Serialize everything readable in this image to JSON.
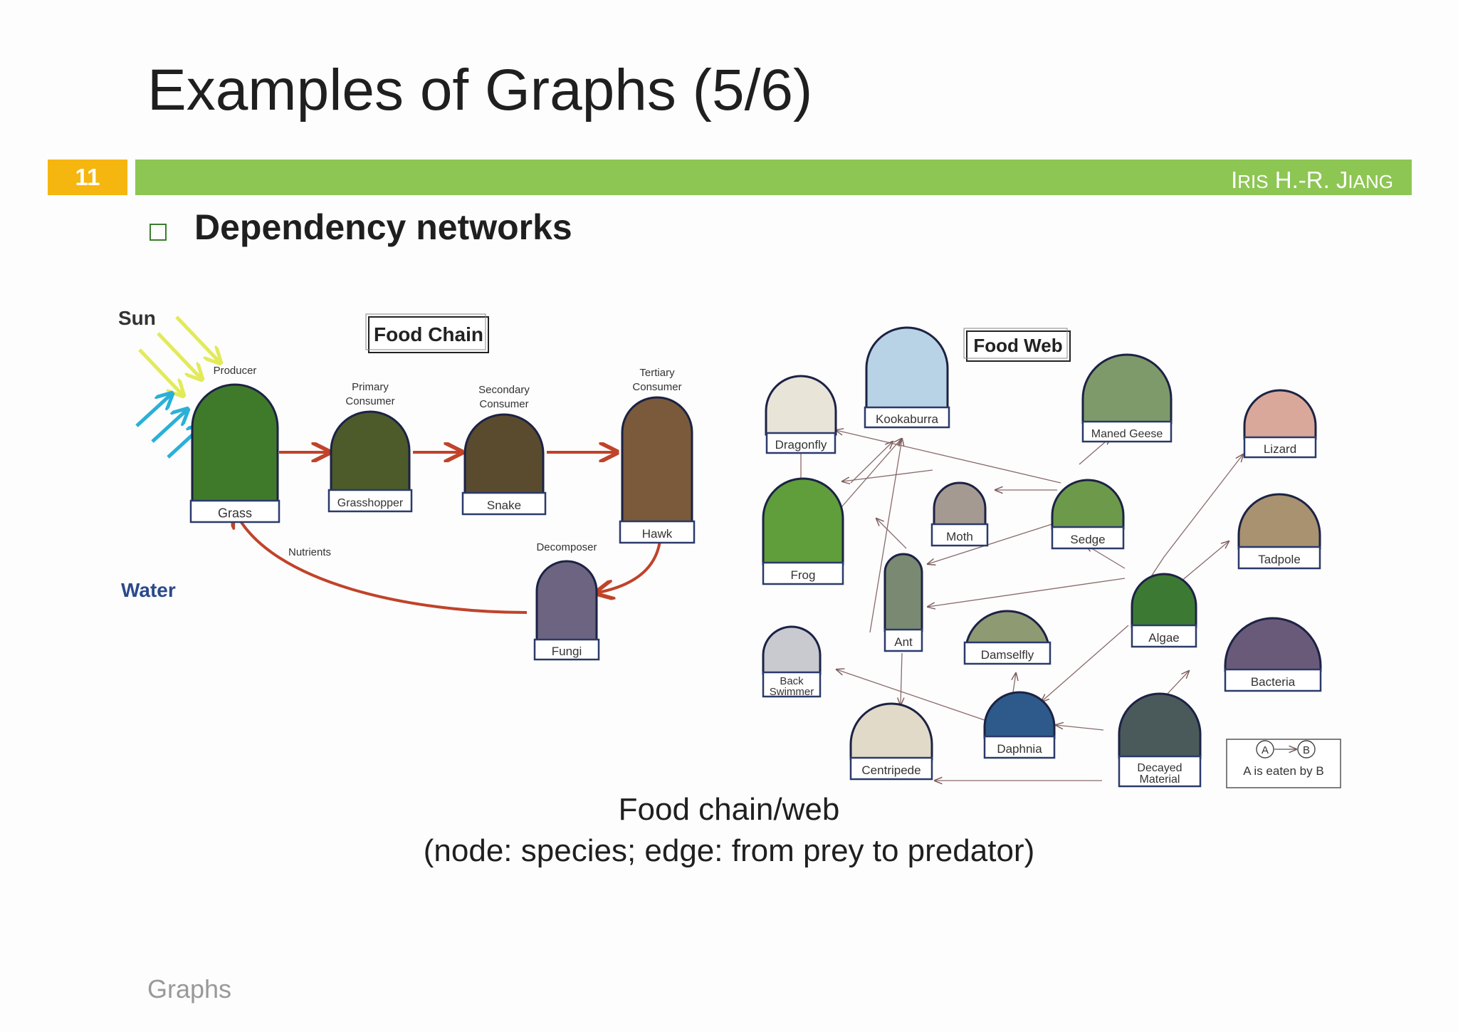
{
  "slide": {
    "title": "Examples of Graphs (5/6)",
    "number": "11",
    "author_parts": {
      "i": "I",
      "ris": "RIS",
      "hr": " H.-R. ",
      "j": "J",
      "iang": "IANG"
    },
    "bullet": "Dependency networks",
    "caption_line1": "Food chain/web",
    "caption_line2": "(node: species; edge: from prey to predator)",
    "footer": "Graphs"
  },
  "food_chain": {
    "box_title": "Food Chain",
    "sun": "Sun",
    "water": "Water",
    "nutrients": "Nutrients",
    "nodes": [
      {
        "id": "grass",
        "role1": "Producer",
        "role2": "",
        "label": "Grass",
        "color": "#3f7a2a"
      },
      {
        "id": "grasshopper",
        "role1": "Primary",
        "role2": "Consumer",
        "label": "Grasshopper",
        "color": "#4d5a2a"
      },
      {
        "id": "snake",
        "role1": "Secondary",
        "role2": "Consumer",
        "label": "Snake",
        "color": "#5a4a2e"
      },
      {
        "id": "hawk",
        "role1": "Tertiary",
        "role2": "Consumer",
        "label": "Hawk",
        "color": "#7a5a3a"
      },
      {
        "id": "fungi",
        "role1": "Decomposer",
        "role2": "",
        "label": "Fungi",
        "color": "#6c6480"
      }
    ]
  },
  "food_web": {
    "box_title": "Food Web",
    "legend_a": "A",
    "legend_b": "B",
    "legend_text": "A is eaten by B",
    "nodes": [
      {
        "id": "dragonfly",
        "label": "Dragonfly",
        "label2": "",
        "color": "#e8e4d8"
      },
      {
        "id": "kookaburra",
        "label": "Kookaburra",
        "label2": "",
        "color": "#b9d3e6"
      },
      {
        "id": "maned-geese",
        "label": "Maned Geese",
        "label2": "",
        "color": "#7e9a6a"
      },
      {
        "id": "lizard",
        "label": "Lizard",
        "label2": "",
        "color": "#d9a89a"
      },
      {
        "id": "frog",
        "label": "Frog",
        "label2": "",
        "color": "#5f9e3a"
      },
      {
        "id": "moth",
        "label": "Moth",
        "label2": "",
        "color": "#a59a92"
      },
      {
        "id": "sedge",
        "label": "Sedge",
        "label2": "",
        "color": "#6d9a4a"
      },
      {
        "id": "tadpole",
        "label": "Tadpole",
        "label2": "",
        "color": "#a89270"
      },
      {
        "id": "ant",
        "label": "Ant",
        "label2": "",
        "color": "#7a8a72"
      },
      {
        "id": "algae",
        "label": "Algae",
        "label2": "",
        "color": "#3c7a34"
      },
      {
        "id": "damselfly",
        "label": "Damselfly",
        "label2": "",
        "color": "#8e9a72"
      },
      {
        "id": "back-swimmer",
        "label": "Back",
        "label2": "Swimmer",
        "color": "#c8cad0"
      },
      {
        "id": "bacteria",
        "label": "Bacteria",
        "label2": "",
        "color": "#6a5a7a"
      },
      {
        "id": "daphnia",
        "label": "Daphnia",
        "label2": "",
        "color": "#2d5a8a"
      },
      {
        "id": "centipede",
        "label": "Centripede",
        "label2": "",
        "color": "#e2dac8"
      },
      {
        "id": "decayed-material",
        "label": "Decayed",
        "label2": "Material",
        "color": "#4a5a5a"
      }
    ]
  },
  "colors": {
    "title_text": "#1f1f1f",
    "number_box": "#f5b60f",
    "header_bar": "#8dc653",
    "footer_text": "#999999",
    "chain_arrow": "#c0432a",
    "sun_rays": "#e2ea5a",
    "water_arrows": "#2ab0d8",
    "node_label_border": "#2b3a6a"
  }
}
